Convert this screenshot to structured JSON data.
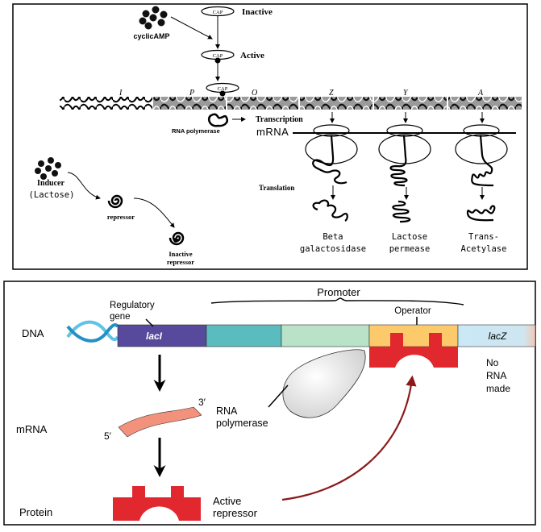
{
  "top_panel": {
    "cyclic_amp_label": "cyclicAMP",
    "cap_label": "CAP",
    "cap_inactive_label": "Inactive",
    "cap_active_label": "Active",
    "gene_letters": [
      "I",
      "P",
      "O",
      "Z",
      "Y",
      "A"
    ],
    "rna_polymerase_label": "RNA polymerase",
    "transcription_label": "Transcription",
    "mrna_label": "mRNA",
    "translation_label": "Translation",
    "inducer_label_line1": "Inducer",
    "inducer_label_line2": "(Lactose)",
    "repressor_label": "repressor",
    "inactive_repressor_line1": "Inactive",
    "inactive_repressor_line2": "repressor",
    "products": [
      {
        "line1": "Beta",
        "line2": "galactosidase"
      },
      {
        "line1": "Lactose",
        "line2": "permease"
      },
      {
        "line1": "Trans-",
        "line2": "Acetylase"
      }
    ]
  },
  "bottom_panel": {
    "row_labels": {
      "dna": "DNA",
      "mrna": "mRNA",
      "protein": "Protein"
    },
    "regulatory_gene_line1": "Regulatory",
    "regulatory_gene_line2": "gene",
    "promoter_label": "Promoter",
    "operator_label": "Operator",
    "laci_label": "lacI",
    "lacz_label": "lacZ",
    "mrna_3prime": "3′",
    "mrna_5prime": "5′",
    "rna_polymerase_line1": "RNA",
    "rna_polymerase_line2": "polymerase",
    "no_rna_line1": "No",
    "no_rna_line2": "RNA",
    "no_rna_line3": "made",
    "active_repressor_line1": "Active",
    "active_repressor_line2": "repressor",
    "colors": {
      "laci": "#574a9c",
      "segment_teal": "#5bbcbf",
      "segment_mint": "#b9e2c8",
      "operator": "#fcca6a",
      "lacz": "#c9e8f6",
      "repressor": "#e0282e",
      "mrna": "#f2917c",
      "arrow_curve": "#8c1a1a",
      "dna_helix": "#2fa6d6"
    }
  }
}
